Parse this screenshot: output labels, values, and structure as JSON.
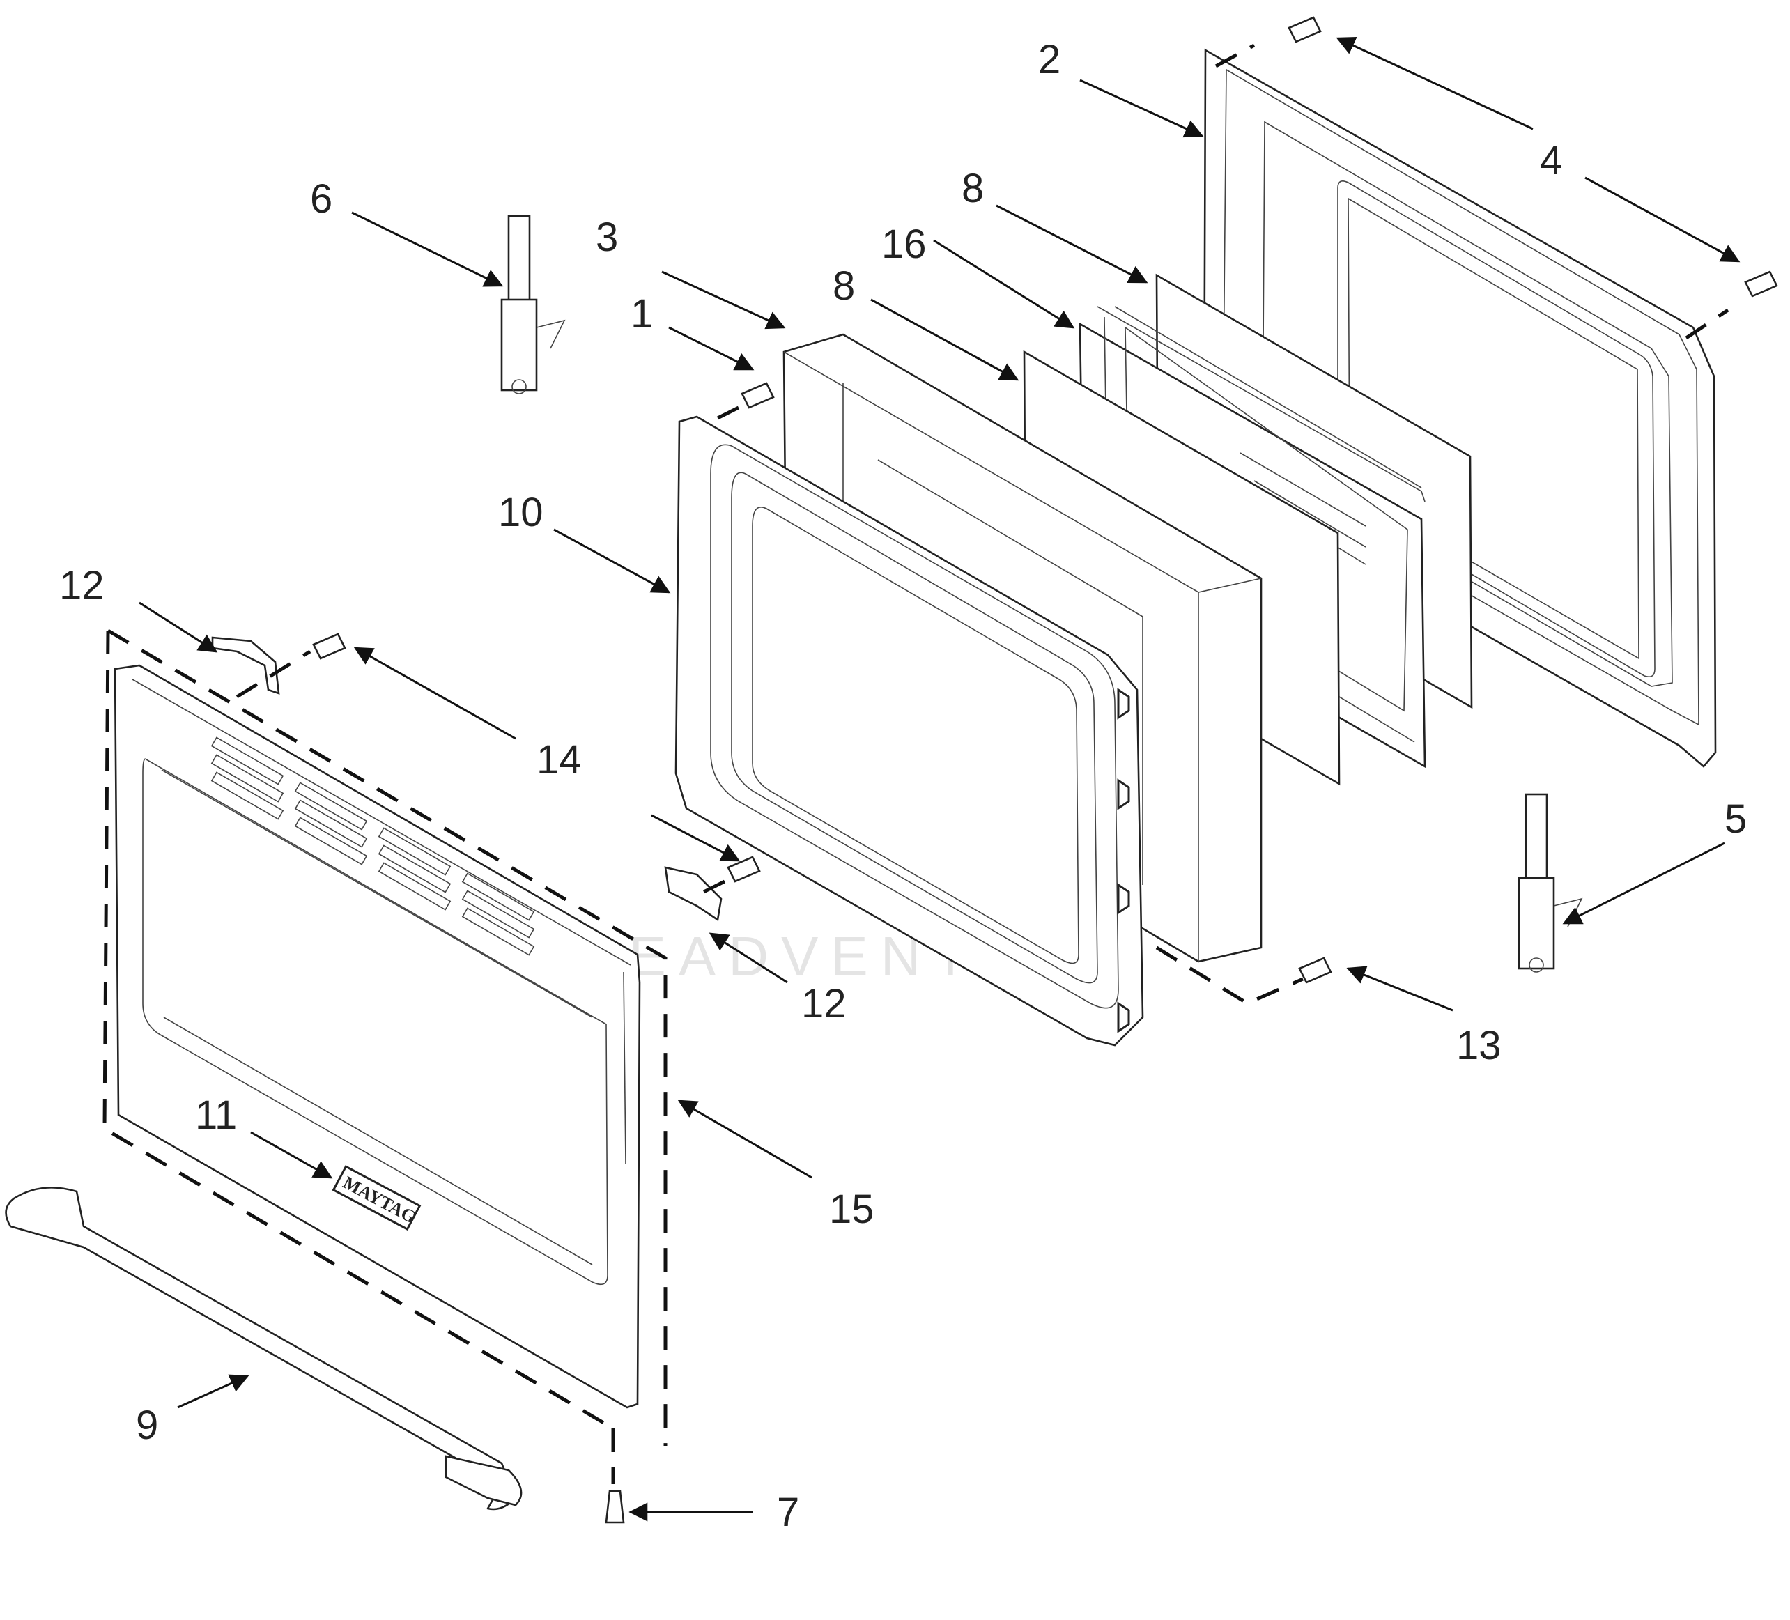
{
  "watermark": {
    "text": "LEADVENTURE"
  },
  "brand_badge": {
    "text": "MAYTAG"
  },
  "colors": {
    "line": "#222222",
    "background": "#ffffff",
    "watermark": "#e2e2e2"
  },
  "callouts": [
    {
      "id": "c1",
      "label": "1"
    },
    {
      "id": "c2",
      "label": "2"
    },
    {
      "id": "c3",
      "label": "3"
    },
    {
      "id": "c4",
      "label": "4"
    },
    {
      "id": "c5",
      "label": "5"
    },
    {
      "id": "c6",
      "label": "6"
    },
    {
      "id": "c7",
      "label": "7"
    },
    {
      "id": "c8a",
      "label": "8"
    },
    {
      "id": "c8b",
      "label": "8"
    },
    {
      "id": "c9",
      "label": "9"
    },
    {
      "id": "c10",
      "label": "10"
    },
    {
      "id": "c11",
      "label": "11"
    },
    {
      "id": "c12a",
      "label": "12"
    },
    {
      "id": "c12b",
      "label": "12"
    },
    {
      "id": "c13",
      "label": "13"
    },
    {
      "id": "c14",
      "label": "14"
    },
    {
      "id": "c15",
      "label": "15"
    },
    {
      "id": "c16",
      "label": "16"
    }
  ]
}
